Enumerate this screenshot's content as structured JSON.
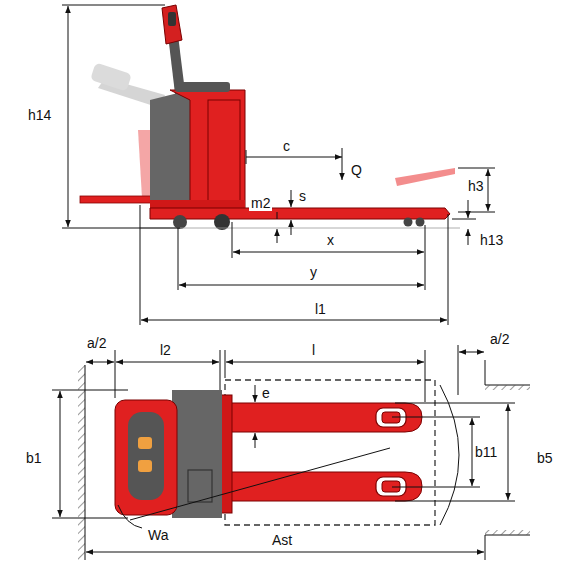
{
  "diagram": {
    "labels": [
      "h14",
      "c",
      "Q",
      "s",
      "h3",
      "m2",
      "h13",
      "x",
      "y",
      "l1",
      "a/2",
      "l2",
      "l",
      "a/2",
      "e",
      "b1",
      "b11",
      "b5",
      "Wa",
      "Ast"
    ]
  }
}
